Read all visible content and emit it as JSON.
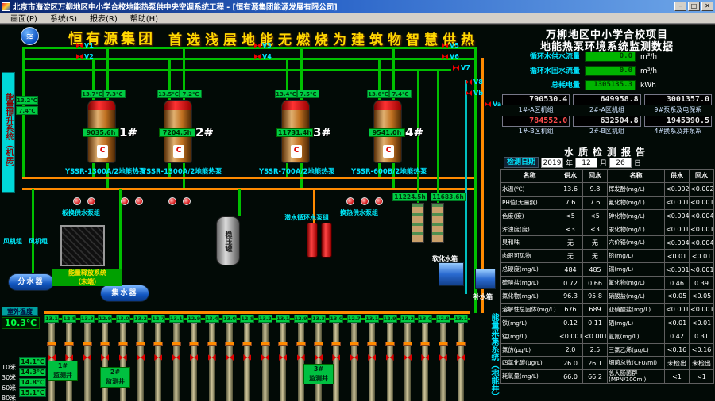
{
  "window": {
    "title": "北京市海淀区万柳地区中小学合校地能热泵供中央空调系统工程 - [恒有源集团能源发展有限公司]",
    "buttons": {
      "minimize": "–",
      "maximize": "□",
      "close": "✕"
    },
    "menu": [
      "画面(P)",
      "系统(S)",
      "报表(R)",
      "帮助(H)"
    ]
  },
  "banner": {
    "company": "恒有源集团",
    "slogan": "首选浅层地能无燃烧为建筑物智慧供热"
  },
  "labels": {
    "left_system": "能量提升系统（机房）",
    "right_system": "能量采集系统（地能井）",
    "energy_release_1": "能量释放系统",
    "energy_release_2": "（末端）",
    "splitter": "分水器",
    "collector": "集水器",
    "fan_group_1": "风机组",
    "fan_group_2": "风机组",
    "pressure_tank": "稳压罐",
    "soft_tank": "软化水箱",
    "makeup_tank": "补水箱",
    "pump_group_1": "板换供水泵组",
    "pump_group_2": "潜水循环水泵组",
    "pump_group_3": "换热供水泵组",
    "outside_temp_label": "室外温度",
    "outside_temp_value": "10.3℃",
    "monitor_well_suffix": "监测井",
    "valves": [
      "V1",
      "V2",
      "V3",
      "V4",
      "V5",
      "V6",
      "V7",
      "V8",
      "Va",
      "Vb"
    ],
    "depth": [
      {
        "d": "10米",
        "t": "14.1℃"
      },
      {
        "d": "30米",
        "t": "14.3℃"
      },
      {
        "d": "60米",
        "t": "14.8℃"
      },
      {
        "d": "80米",
        "t": "15.1℃"
      }
    ]
  },
  "monitor_wells": [
    {
      "num": "1#"
    },
    {
      "num": "2#"
    },
    {
      "num": "3#"
    }
  ],
  "sensor_temps": [
    "13.2℃",
    "7.4℃",
    "13.7℃",
    "7.3℃",
    "13.5℃",
    "7.2℃",
    "13.4℃",
    "7.5℃",
    "13.6℃",
    "7.4℃"
  ],
  "units": [
    {
      "num": "1#",
      "model": "YSSR-1300A/2地能热泵",
      "hours": "9035.6h"
    },
    {
      "num": "2#",
      "model": "YSSR-1300A/2地能热泵",
      "hours": "7204.5h"
    },
    {
      "num": "3#",
      "model": "YSSR-700A/2地能热泵",
      "hours": "11731.4h"
    },
    {
      "num": "4#",
      "model": "YSSR-600B/2地能热泵",
      "hours": "9541.0h"
    }
  ],
  "exchanger_hours": [
    "11224.5h",
    "11683.6h"
  ],
  "wells": {
    "temps": [
      "13.1",
      "12.8",
      "13.3",
      "12.9",
      "13.0",
      "13.2",
      "12.7",
      "13.1",
      "12.9",
      "13.4",
      "13.0",
      "12.8",
      "13.2",
      "13.1",
      "12.9",
      "13.3",
      "13.0",
      "12.7",
      "13.1",
      "12.9",
      "13.2",
      "13.0",
      "12.8",
      "13.1"
    ]
  },
  "panel": {
    "title1": "万柳地区中小学合校项目",
    "title2": "地能热泵环境系统监测数据",
    "flows": [
      {
        "label": "循环水供水流量",
        "value": "0.0",
        "unit": "m³/h"
      },
      {
        "label": "循环水回水流量",
        "value": "0.0",
        "unit": "m³/h"
      },
      {
        "label": "总耗电量",
        "value": "1305135.3",
        "unit": "kWh"
      }
    ],
    "meters": [
      {
        "value": "790530.4",
        "label": "1#-A区机组",
        "red": false
      },
      {
        "value": "649958.8",
        "label": "2#-A区机组",
        "red": false
      },
      {
        "value": "3001357.0",
        "label": "9#泵系及电保系",
        "red": false
      },
      {
        "value": "784552.0",
        "label": "1#-B区机组",
        "red": true
      },
      {
        "value": "632504.8",
        "label": "2#-B区机组",
        "red": false
      },
      {
        "value": "1945390.5",
        "label": "4#换系及井泵系",
        "red": false
      }
    ],
    "report": {
      "title": "水质检测报告",
      "date_label": "检测日期",
      "year": "2019",
      "year_label": "年",
      "month": "12",
      "month_label": "月",
      "day": "26",
      "day_label": "日",
      "columns": [
        "名称",
        "供水",
        "回水",
        "名称",
        "供水",
        "回水"
      ],
      "rows": [
        [
          "水温(℃)",
          "13.6",
          "9.8",
          "挥发酚(mg/L)",
          "<0.002",
          "<0.002"
        ],
        [
          "PH值(无量纲)",
          "7.6",
          "7.6",
          "氰化物(mg/L)",
          "<0.001",
          "<0.001"
        ],
        [
          "色度(度)",
          "<5",
          "<5",
          "砷化物(mg/L)",
          "<0.004",
          "<0.004"
        ],
        [
          "浑浊度(度)",
          "<3",
          "<3",
          "汞化物(mg/L)",
          "<0.001",
          "<0.001"
        ],
        [
          "臭和味",
          "无",
          "无",
          "六价铬(mg/L)",
          "<0.004",
          "<0.004"
        ],
        [
          "肉眼可见物",
          "无",
          "无",
          "铅(mg/L)",
          "<0.01",
          "<0.01"
        ],
        [
          "总硬度(mg/L)",
          "484",
          "485",
          "镉(mg/L)",
          "<0.001",
          "<0.001"
        ],
        [
          "硫酸盐(mg/L)",
          "0.72",
          "0.66",
          "氟化物(mg/L)",
          "0.46",
          "0.39"
        ],
        [
          "氯化物(mg/L)",
          "96.3",
          "95.8",
          "硝酸盐(mg/L)",
          "<0.05",
          "<0.05"
        ],
        [
          "溶解性总固体(mg/L)",
          "676",
          "689",
          "亚硝酸盐(mg/L)",
          "<0.001",
          "<0.001"
        ],
        [
          "铁(mg/L)",
          "0.12",
          "0.11",
          "硒(mg/L)",
          "<0.01",
          "<0.01"
        ],
        [
          "锰(mg/L)",
          "<0.001",
          "<0.001",
          "氨氮(mg/L)",
          "0.42",
          "0.31"
        ],
        [
          "氯仿(μg/L)",
          "2.0",
          "2.5",
          "三氯乙烯(μg/L)",
          "<0.16",
          "<0.16"
        ],
        [
          "四氯化碳(μg/L)",
          "26.0",
          "26.1",
          "细菌总数(CFU/ml)",
          "未检出",
          "未检出"
        ],
        [
          "耗氧量(mg/L)",
          "66.0",
          "66.2",
          "总大肠菌群(MPN/100ml)",
          "<1",
          "<1"
        ]
      ]
    }
  }
}
